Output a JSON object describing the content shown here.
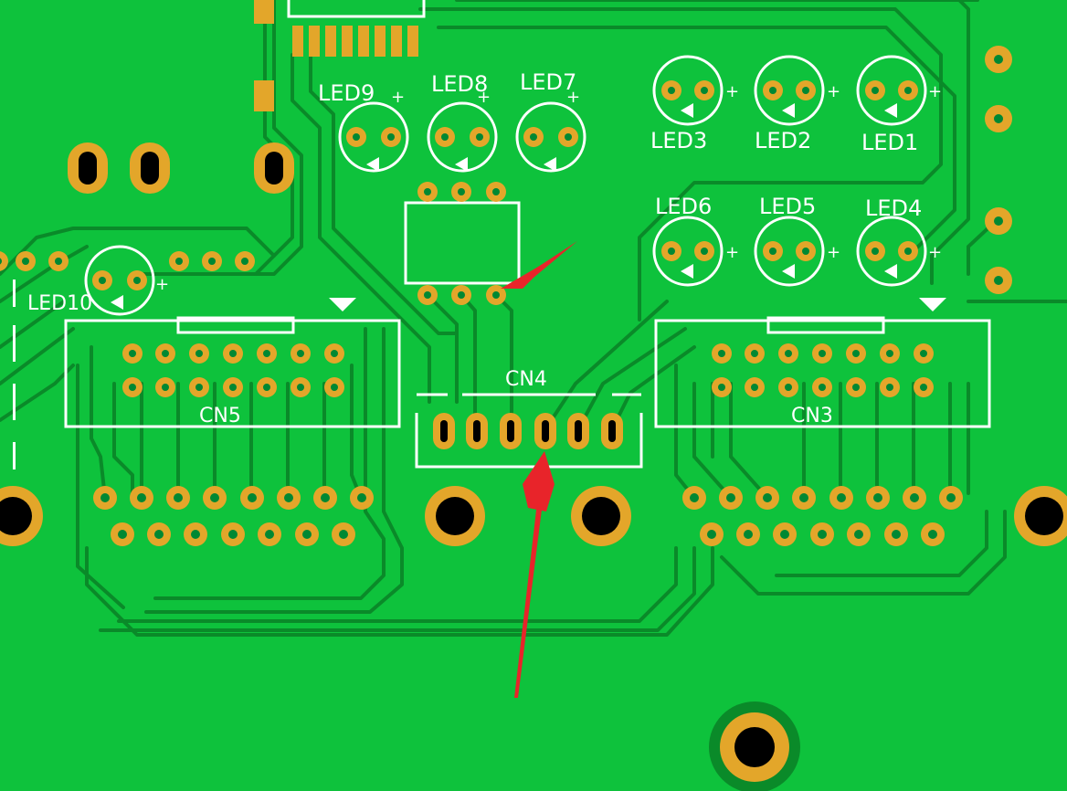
{
  "board": {
    "background": "#0ec23c",
    "trace_color": "#0a8a29",
    "pad_color": "#e3a62a",
    "silk_color": "#ffffff",
    "arrow_color": "#e8242a"
  },
  "silkscreen": {
    "led9": "LED9",
    "led8": "LED8",
    "led7": "LED7",
    "led3": "LED3",
    "led2": "LED2",
    "led1": "LED1",
    "led6": "LED6",
    "led5": "LED5",
    "led4": "LED4",
    "led10": "LED10",
    "cn5": "CN5",
    "cn4": "CN4",
    "cn3": "CN3",
    "plus": "+"
  }
}
